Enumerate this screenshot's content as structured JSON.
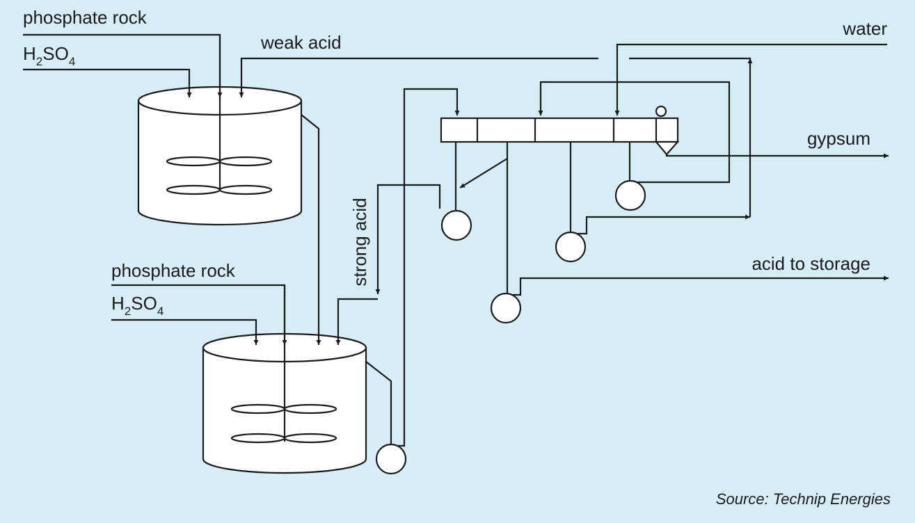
{
  "labels": {
    "phosphate_rock_1": "phosphate rock",
    "h2so4_1": {
      "main": "H",
      "sub1": "2",
      "mid": "SO",
      "sub2": "4"
    },
    "weak_acid": "weak acid",
    "water": "water",
    "gypsum": "gypsum",
    "strong_acid": "strong acid",
    "phosphate_rock_2": "phosphate rock",
    "h2so4_2": {
      "main": "H",
      "sub1": "2",
      "mid": "SO",
      "sub2": "4"
    },
    "acid_to_storage": "acid to storage"
  },
  "source": "Source: Technip Energies",
  "colors": {
    "background": "#d7edf7",
    "line": "#1a1a1a",
    "fill": "#ffffff"
  }
}
